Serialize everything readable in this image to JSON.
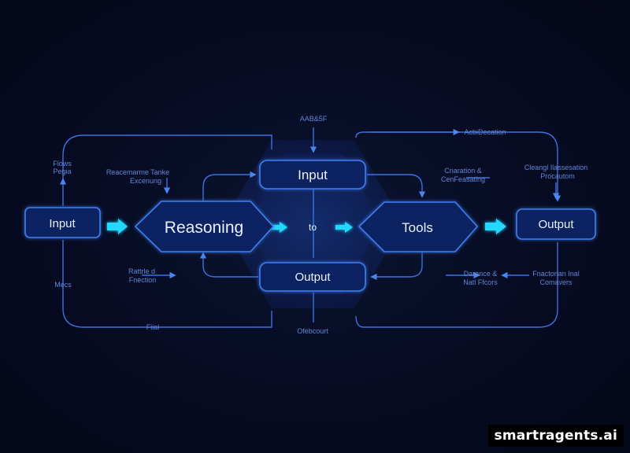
{
  "nodes": {
    "left_input": "Input",
    "reasoning": "Reasoning",
    "top_input": "Input",
    "bottom_output": "Output",
    "center_to": "to",
    "tools": "Tools",
    "right_output": "Output"
  },
  "labels": {
    "top_center": "AAB&5F",
    "top_right_arrow": "AcbiDecation",
    "left_top": [
      "Flows",
      "Pegia"
    ],
    "left_mid_top": [
      "Reacemarme Tanke",
      "Excenung"
    ],
    "left_mid_bottom": [
      "Rattrle d",
      "Fnection"
    ],
    "left_bottom": "Mecs",
    "bottom_left": "Fiial",
    "bottom_center": "Ofebcourt",
    "right_mid_top": [
      "Cnaration &",
      "CenFeasating"
    ],
    "right_top": [
      "Cleangl Ilassesation",
      "Procautom"
    ],
    "right_mid_bottom": [
      "Darance &",
      "Natl Ffcors"
    ],
    "right_bottom": [
      "Fnactonan Inal",
      "Comavers"
    ]
  },
  "colors": {
    "background": "#070b22",
    "node_fill": "#0d2460",
    "node_stroke": "#3f7ef0",
    "arrow_cyan": "#22d8ff",
    "line_blue": "#3a72dc",
    "label_blue": "#5f86d8"
  },
  "watermark": "smartragents.ai"
}
